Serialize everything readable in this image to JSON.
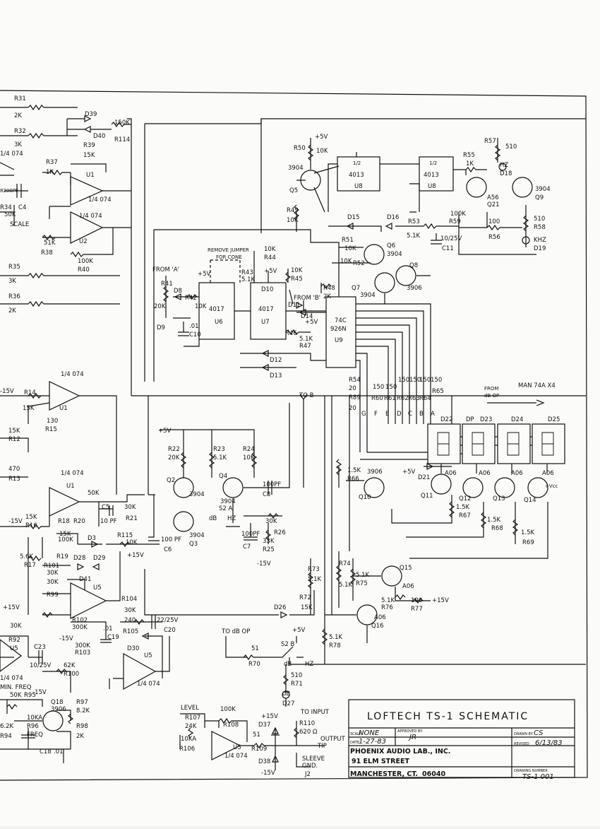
{
  "title_block": {
    "title": "LOFTECH TS-1 SCHEMATIC",
    "scale_label": "SCALE",
    "scale": "NONE",
    "approved_label": "APPROVED BY:",
    "approved": "JR",
    "drawn_label": "DRAWN BY",
    "drawn": "CS",
    "date_label": "DATE",
    "date": "1-27-83",
    "revised_label": "REVISED",
    "revised": "6/13/83",
    "company": "PHOENIX AUDIO LAB., INC.",
    "street": "91 ELM STREET",
    "city": "MANCHESTER, CT.",
    "zip": "06040",
    "drawing_number_label": "DRAWING NUMBER",
    "drawing_number": "TS-1 001"
  },
  "components": {
    "r31": "R31",
    "r31v": "2K",
    "r32": "R32",
    "r32v": "3K",
    "d39": "D39",
    "d40": "D40",
    "r114": "R114",
    "r114v": "150K",
    "r37": "R37",
    "r37v": "1K",
    "r39": "R39",
    "r39v": "15K",
    "u1a": "U1",
    "u1b": "U1",
    "u2": "U2",
    "op": "1/4 074",
    "c4": "C4",
    "c4v": "8200PF",
    "r34": "R34",
    "r34v": "50K",
    "scale": "SCALE",
    "r38": "R38",
    "r38v": "51K",
    "r40": "R40",
    "r40v": "100K",
    "r35": "R35",
    "r35v": "3K",
    "r36": "R36",
    "r36v": "2K",
    "r50": "R50",
    "r50v": "10K",
    "p5v": "+5V",
    "q5": "Q5",
    "t3904": "3904",
    "u8a": "U8",
    "u8b": "U8",
    "ic4013": "4013",
    "half": "1/2",
    "r57": "R57",
    "r57v": "510",
    "hz": "HZ",
    "d18": "D18",
    "r55": "R55",
    "r55v": "1K",
    "a56": "A56",
    "q21": "Q21",
    "q9": "Q9",
    "r58": "R58",
    "r58v": "510",
    "khz": "KHZ",
    "d19": "D19",
    "r49": "R49",
    "r49v": "10K",
    "d15": "D15",
    "d16": "D16",
    "r53": "R53",
    "r53v": "5.1K",
    "r59": "R59",
    "r59v": "100K",
    "r56": "R56",
    "r56v": "100",
    "c11": "C11",
    "c11v": "10/25V",
    "r51": "R51",
    "r51v": "10K",
    "r52": "R52",
    "r52v": "10K",
    "q6": "Q6",
    "q7": "Q7",
    "q8": "Q8",
    "t3906": "3906",
    "jumper1": "REMOVE JUMPER",
    "jumper2": "FOR CONE",
    "r44": "R44",
    "r44v": "10K",
    "r43": "R43",
    "r43v": "5.1K",
    "r45": "R45",
    "r45v": "10K",
    "r41": "R41",
    "r41v": "20K",
    "froma": "FROM 'A'",
    "fromb": "FROM 'B'",
    "d8": "D8",
    "r42": "R42",
    "r42v": "10K",
    "u6": "U6",
    "u7": "U7",
    "ic4017": "4017",
    "d10": "D10",
    "d11": "D11",
    "d9": "D9",
    "c10": "C10",
    "c10v": ".01",
    "r48": "R48",
    "r48v": "2K",
    "d14": "D14",
    "r46": "R46",
    "r47": "R47",
    "r47v": "5.1K",
    "d12": "D12",
    "d13": "D13",
    "u9": "U9",
    "ic74c": "74C",
    "ic926": "926N",
    "r60": "R60",
    "r61": "R61",
    "r62": "R62",
    "r63": "R63",
    "r64": "R64",
    "r65": "R65",
    "rv150": "150",
    "d22": "D22",
    "d23": "D23",
    "d24": "D24",
    "d25": "D25",
    "man": "MAN 74A X4",
    "fromdb1": "FROM",
    "fromdb2": "dB OP",
    "dp": "DP",
    "segs": [
      "G",
      "F",
      "E",
      "D",
      "C",
      "B",
      "A"
    ],
    "r54": "R54",
    "r54v": "20",
    "r89": "R89",
    "r89v": "20",
    "u1c": "U1",
    "r14": "R14",
    "r14v": "15K",
    "r15": "R15",
    "r15v": "130",
    "m15v": "-15V",
    "r12": "R12",
    "r12v": "15K",
    "r13": "R13",
    "r13v": "470",
    "tob": "TO B",
    "r22": "R22",
    "r22v": "20K",
    "r23": "R23",
    "r23v": "5.1K",
    "r24": "R24",
    "r24v": "10K",
    "q2": "Q2",
    "q3": "Q3",
    "q4": "Q4",
    "c8": "C8",
    "c8v": "100PF",
    "r66": "R66",
    "r66v": "1.5K",
    "q10": "Q10",
    "q11": "Q11",
    "q12": "Q12",
    "q13": "Q13",
    "q14": "Q14",
    "a06": "A06",
    "d21": "D21",
    "r67": "R67",
    "r68": "R68",
    "r69": "R69",
    "r15k": "1.5K",
    "pvcc": "+Vcc",
    "u1d": "U1",
    "r20": "R20",
    "r20v": "50K",
    "c5": "C5",
    "c5v": "10 PF",
    "r18": "R18",
    "r18v": "15K",
    "r21": "R21",
    "r21v": "30K",
    "c6": "C6",
    "c6v": "100 PF",
    "s2a": "S2 A",
    "db": "dB",
    "c7": "C7",
    "r25": "R25",
    "r25v": "33K",
    "r26": "R26",
    "r26v": "30K",
    "r115": "R115",
    "r115v": "10K",
    "p15v": "+15V",
    "r16": "R16",
    "r16v": "15K",
    "r19": "R19",
    "r19v": "100K",
    "d3": "D3",
    "r17": "R17",
    "r17v": "5.6K",
    "r101": "R101",
    "r101v": "30K",
    "d28": "D28",
    "d29": "D29",
    "d41": "D41",
    "u5": "U5",
    "r99": "R99",
    "r99v": "30K",
    "r104": "R104",
    "r104v": "30K",
    "c20": "C20",
    "c20v": "22/25V",
    "r102": "R102",
    "r102v": "300K",
    "r105": "R105",
    "r105v": "240",
    "c19": "C19",
    "c19v": ".01",
    "r73": "R73",
    "r73v": "5.1K",
    "r74": "R74",
    "r74v": "5.1K",
    "r75": "R75",
    "r75v": "5.1K",
    "q15": "Q15",
    "r72": "R72",
    "r72v": "15K",
    "d26": "D26",
    "r76": "R76",
    "r76v": "5.1K",
    "r77": "R77",
    "r77v": "100",
    "q16": "Q16",
    "r78": "R78",
    "r78v": "5.1K",
    "todbop": "TO dB OP",
    "s2b": "S2 B",
    "r70": "R70",
    "r70v": "51",
    "r71": "R71",
    "r71v": "510",
    "d27": "D27",
    "d30": "D30",
    "r92": "R92",
    "r92v": "30K",
    "c23": "C23",
    "c23v": "10/25V",
    "r100": "R100",
    "r100v": "62K",
    "r103": "R103",
    "r103v": "300K",
    "minfreq": "MIN. FREQ",
    "r95": "R95",
    "r95v": "50K",
    "q18": "Q18",
    "r97": "R97",
    "r97v": "8.2K",
    "r98": "R98",
    "r98v": "2K",
    "r96": "R96",
    "r96v": "10KA",
    "r94": "R94",
    "r94v": "6.2K",
    "freq": "FREQ",
    "c18": "C18",
    "c18v": ".01",
    "level": "LEVEL",
    "r107": "R107",
    "r107v": "24K",
    "r106": "R106",
    "r106v": "10KA",
    "r108": "R108",
    "r108v": "100K",
    "d37": "D37",
    "d38": "D38",
    "r109": "R109",
    "r109v": "51",
    "r110": "R110",
    "r110v": "620 Ω",
    "toinput": "TO INPUT",
    "output": "OUTPUT",
    "tip": "TIP",
    "sleeve": "SLEEVE",
    "gnd": "GND.",
    "j2": "J2"
  }
}
